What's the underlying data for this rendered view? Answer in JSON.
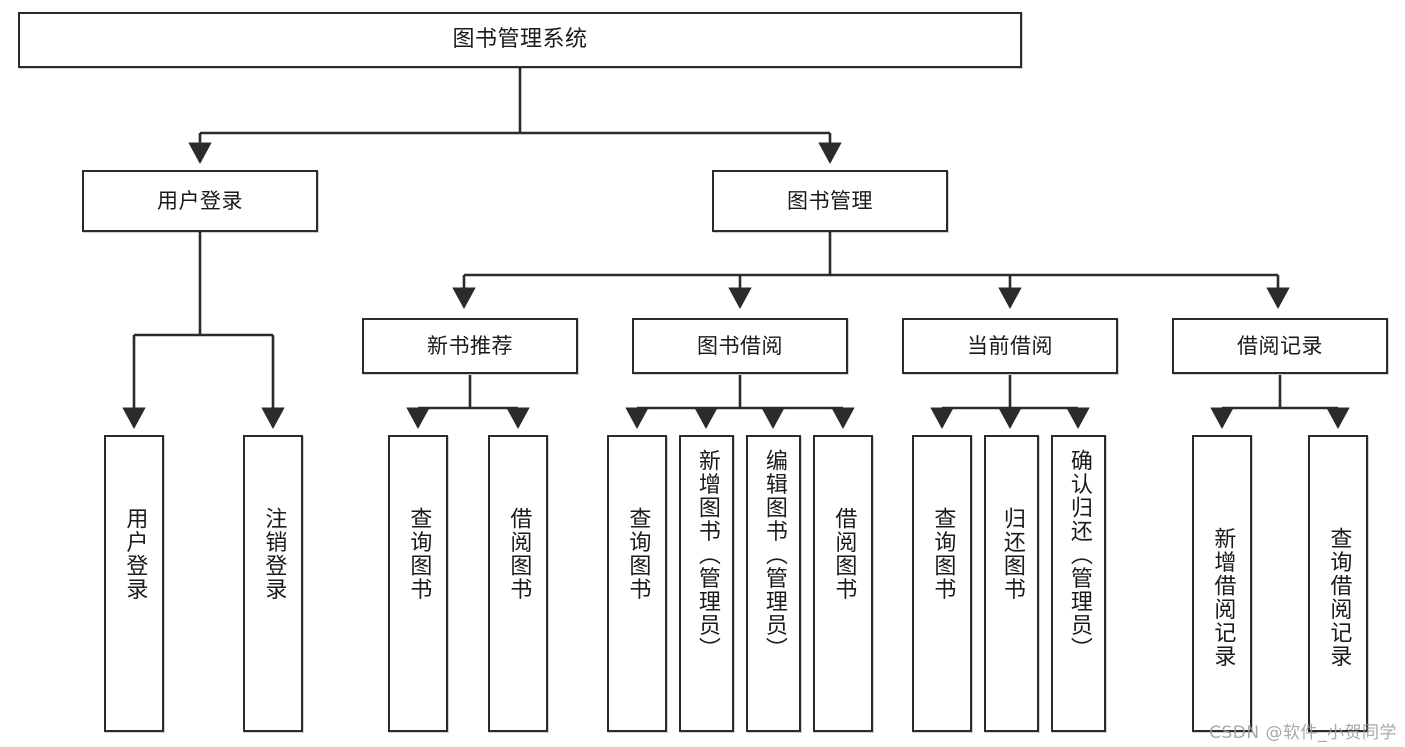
{
  "diagram": {
    "title": "图书管理系统",
    "type": "tree",
    "watermark": "CSDN @软件_小贺同学",
    "colors": {
      "stroke": "#2b2b2b",
      "fill": "#ffffff",
      "text": "#1a1a1a",
      "watermark": "#9a9a9a"
    },
    "nodes": {
      "root": "图书管理系统",
      "level2": {
        "user_login": "用户登录",
        "book_manage": "图书管理"
      },
      "level3": {
        "new_book_rec": "新书推荐",
        "book_borrow": "图书借阅",
        "current_borrow": "当前借阅",
        "borrow_record": "借阅记录"
      },
      "leaves": {
        "login_1": "用户登录",
        "login_2": "注销登录",
        "rec_1": "查询图书",
        "rec_2": "借阅图书",
        "borrow_1": "查询图书",
        "borrow_2": "新增图书（管理员）",
        "borrow_3": "编辑图书（管理员）",
        "borrow_4": "借阅图书",
        "cur_1": "查询图书",
        "cur_2": "归还图书",
        "cur_3": "确认归还（管理员）",
        "rec2_1": "新增借阅记录",
        "rec2_2": "查询借阅记录"
      }
    }
  }
}
